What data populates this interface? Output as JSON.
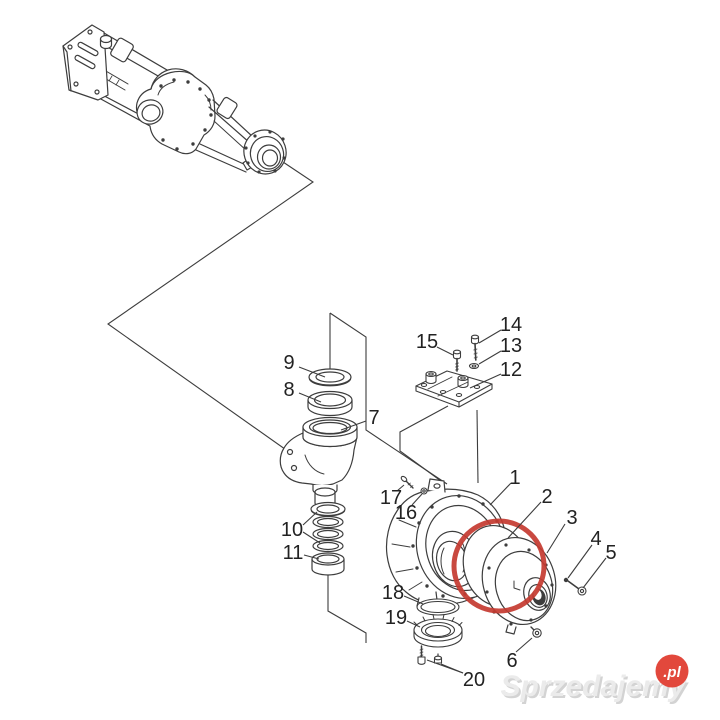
{
  "diagram": {
    "type": "exploded-parts-diagram",
    "subject": "axle housing / steering knuckle and differential cover assembly",
    "line_color": "#3d3d3d",
    "background": "#ffffff",
    "highlight": {
      "part": "2",
      "shape": "circle",
      "color": "#c43a30"
    },
    "callouts": {
      "c1": "1",
      "c2": "2",
      "c3": "3",
      "c4": "4",
      "c5": "5",
      "c6": "6",
      "c7": "7",
      "c8": "8",
      "c9": "9",
      "c10": "10",
      "c11": "11",
      "c12": "12",
      "c13": "13",
      "c14": "14",
      "c15": "15",
      "c16": "16",
      "c17": "17",
      "c18": "18",
      "c19": "19",
      "c20": "20"
    }
  },
  "watermark": {
    "name": "Sprzedajemy",
    "tld": ".pl",
    "badge_color": "#e2483c",
    "text_color": "#e9e9e9"
  }
}
